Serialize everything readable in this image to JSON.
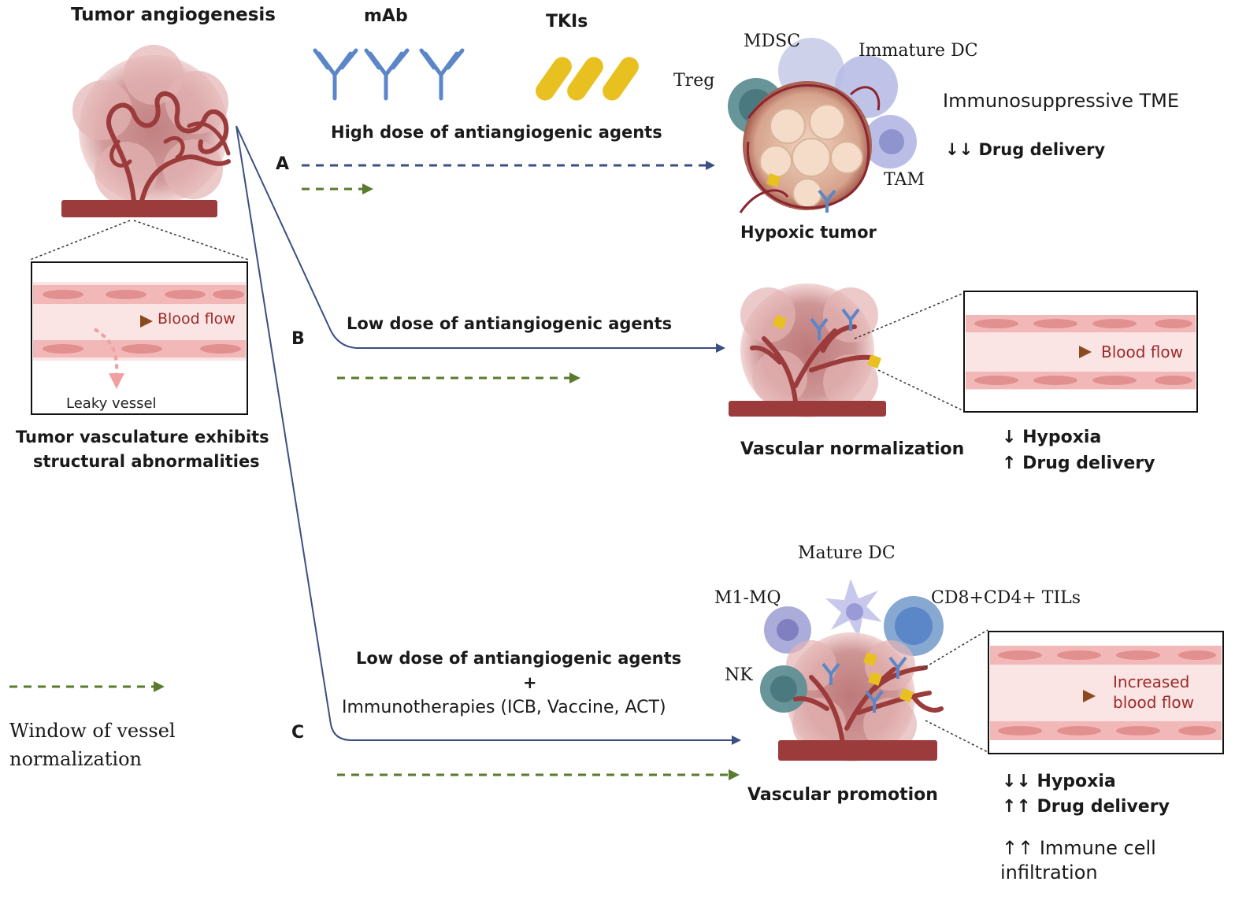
{
  "colors": {
    "blue_arrow": "#3b4f82",
    "green_arrow": "#5a7a2e",
    "vessel": "#9b3b3b",
    "tumor": "#c98a8a",
    "cell_pink": "#f2b8b8"
  },
  "top": {
    "tumor_angiogenesis": "Tumor angiogenesis",
    "mab": "mAb",
    "tkis": "TKIs"
  },
  "left": {
    "blood_flow": "Blood flow",
    "leaky_vessel": "Leaky vessel",
    "abnormal_line1": "Tumor vasculature exhibits",
    "abnormal_line2": "structural abnormalities",
    "window_line1": "Window of vessel",
    "window_line2": "normalization"
  },
  "pathways": {
    "a": {
      "letter": "A",
      "agent": "High dose of antiangiogenic agents",
      "cells": {
        "mdsc": "MDSC",
        "immature_dc": "Immature DC",
        "treg": "Treg",
        "tam": "TAM"
      },
      "outcome": "Hypoxic tumor",
      "effect1": "Immunosuppressive TME",
      "effect2": "↓↓ Drug delivery"
    },
    "b": {
      "letter": "B",
      "agent": "Low dose of antiangiogenic agents",
      "blood_flow": "Blood flow",
      "outcome": "Vascular normalization",
      "effect1": "↓ Hypoxia",
      "effect2": "↑ Drug delivery"
    },
    "c": {
      "letter": "C",
      "agent_line1": "Low dose of antiangiogenic agents",
      "agent_plus": "+",
      "agent_line2": "Immunotherapies (ICB, Vaccine, ACT)",
      "cells": {
        "mature_dc": "Mature DC",
        "m1_mq": "M1-MQ",
        "tils": "CD8+CD4+ TILs",
        "nk": "NK"
      },
      "flow_line1": "Increased",
      "flow_line2": "blood flow",
      "outcome": "Vascular promotion",
      "effect1": "↓↓ Hypoxia",
      "effect2": "↑↑ Drug delivery",
      "effect3_line1": "↑↑ Immune cell",
      "effect3_line2": "infiltration"
    }
  }
}
